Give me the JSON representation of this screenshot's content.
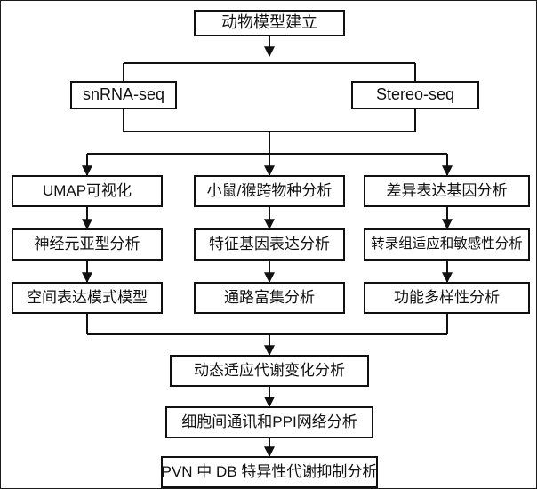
{
  "diagram": {
    "title": "动物模型建立",
    "type": "flowchart",
    "orientation": "top-down",
    "colors": {
      "box_border": "#111111",
      "box_fill": "#ffffff",
      "connector": "#111111",
      "text": "#111111",
      "frame": "#1a1a1a"
    },
    "nodes": {
      "root": "动物模型建立",
      "data_sources": [
        "snRNA-seq",
        "Stereo-seq"
      ],
      "columns": [
        {
          "name": "snrna-column",
          "steps": [
            "UMAP可视化",
            "神经元亚型分析",
            "空间表达模式模型"
          ]
        },
        {
          "name": "cross-species-column",
          "steps": [
            "小鼠/猴跨物种分析",
            "特征基因表达分析",
            "通路富集分析"
          ]
        },
        {
          "name": "deg-column",
          "steps": [
            "差异表达基因分析",
            "转录组适应和敏感性分析",
            "功能多样性分析"
          ]
        }
      ],
      "integration": [
        "动态适应代谢变化分析",
        "细胞间通讯和PPI网络分析",
        "PVN 中 DB 特异性代谢抑制分析"
      ]
    }
  }
}
